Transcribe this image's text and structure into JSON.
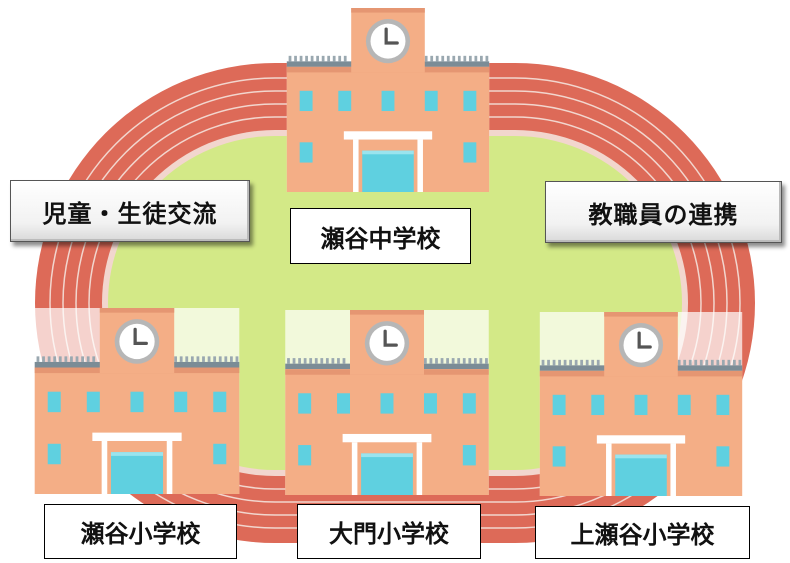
{
  "labels": {
    "exchange": "児童・生徒交流",
    "teachers": "教職員の連携",
    "middle_school": "瀬谷中学校",
    "seya_elementary": "瀬谷小学校",
    "daimon_elementary": "大門小学校",
    "kamiseya_elementary": "上瀬谷小学校"
  },
  "colors": {
    "track": "#dd6a58",
    "track_lane": "#f2d6ce",
    "field": "#d3e987",
    "building": "#f4ae86",
    "window": "#5fd0e0",
    "clock_face": "#ffffff"
  },
  "icons": [
    "school-building-icon",
    "clock-icon",
    "running-track-icon"
  ]
}
